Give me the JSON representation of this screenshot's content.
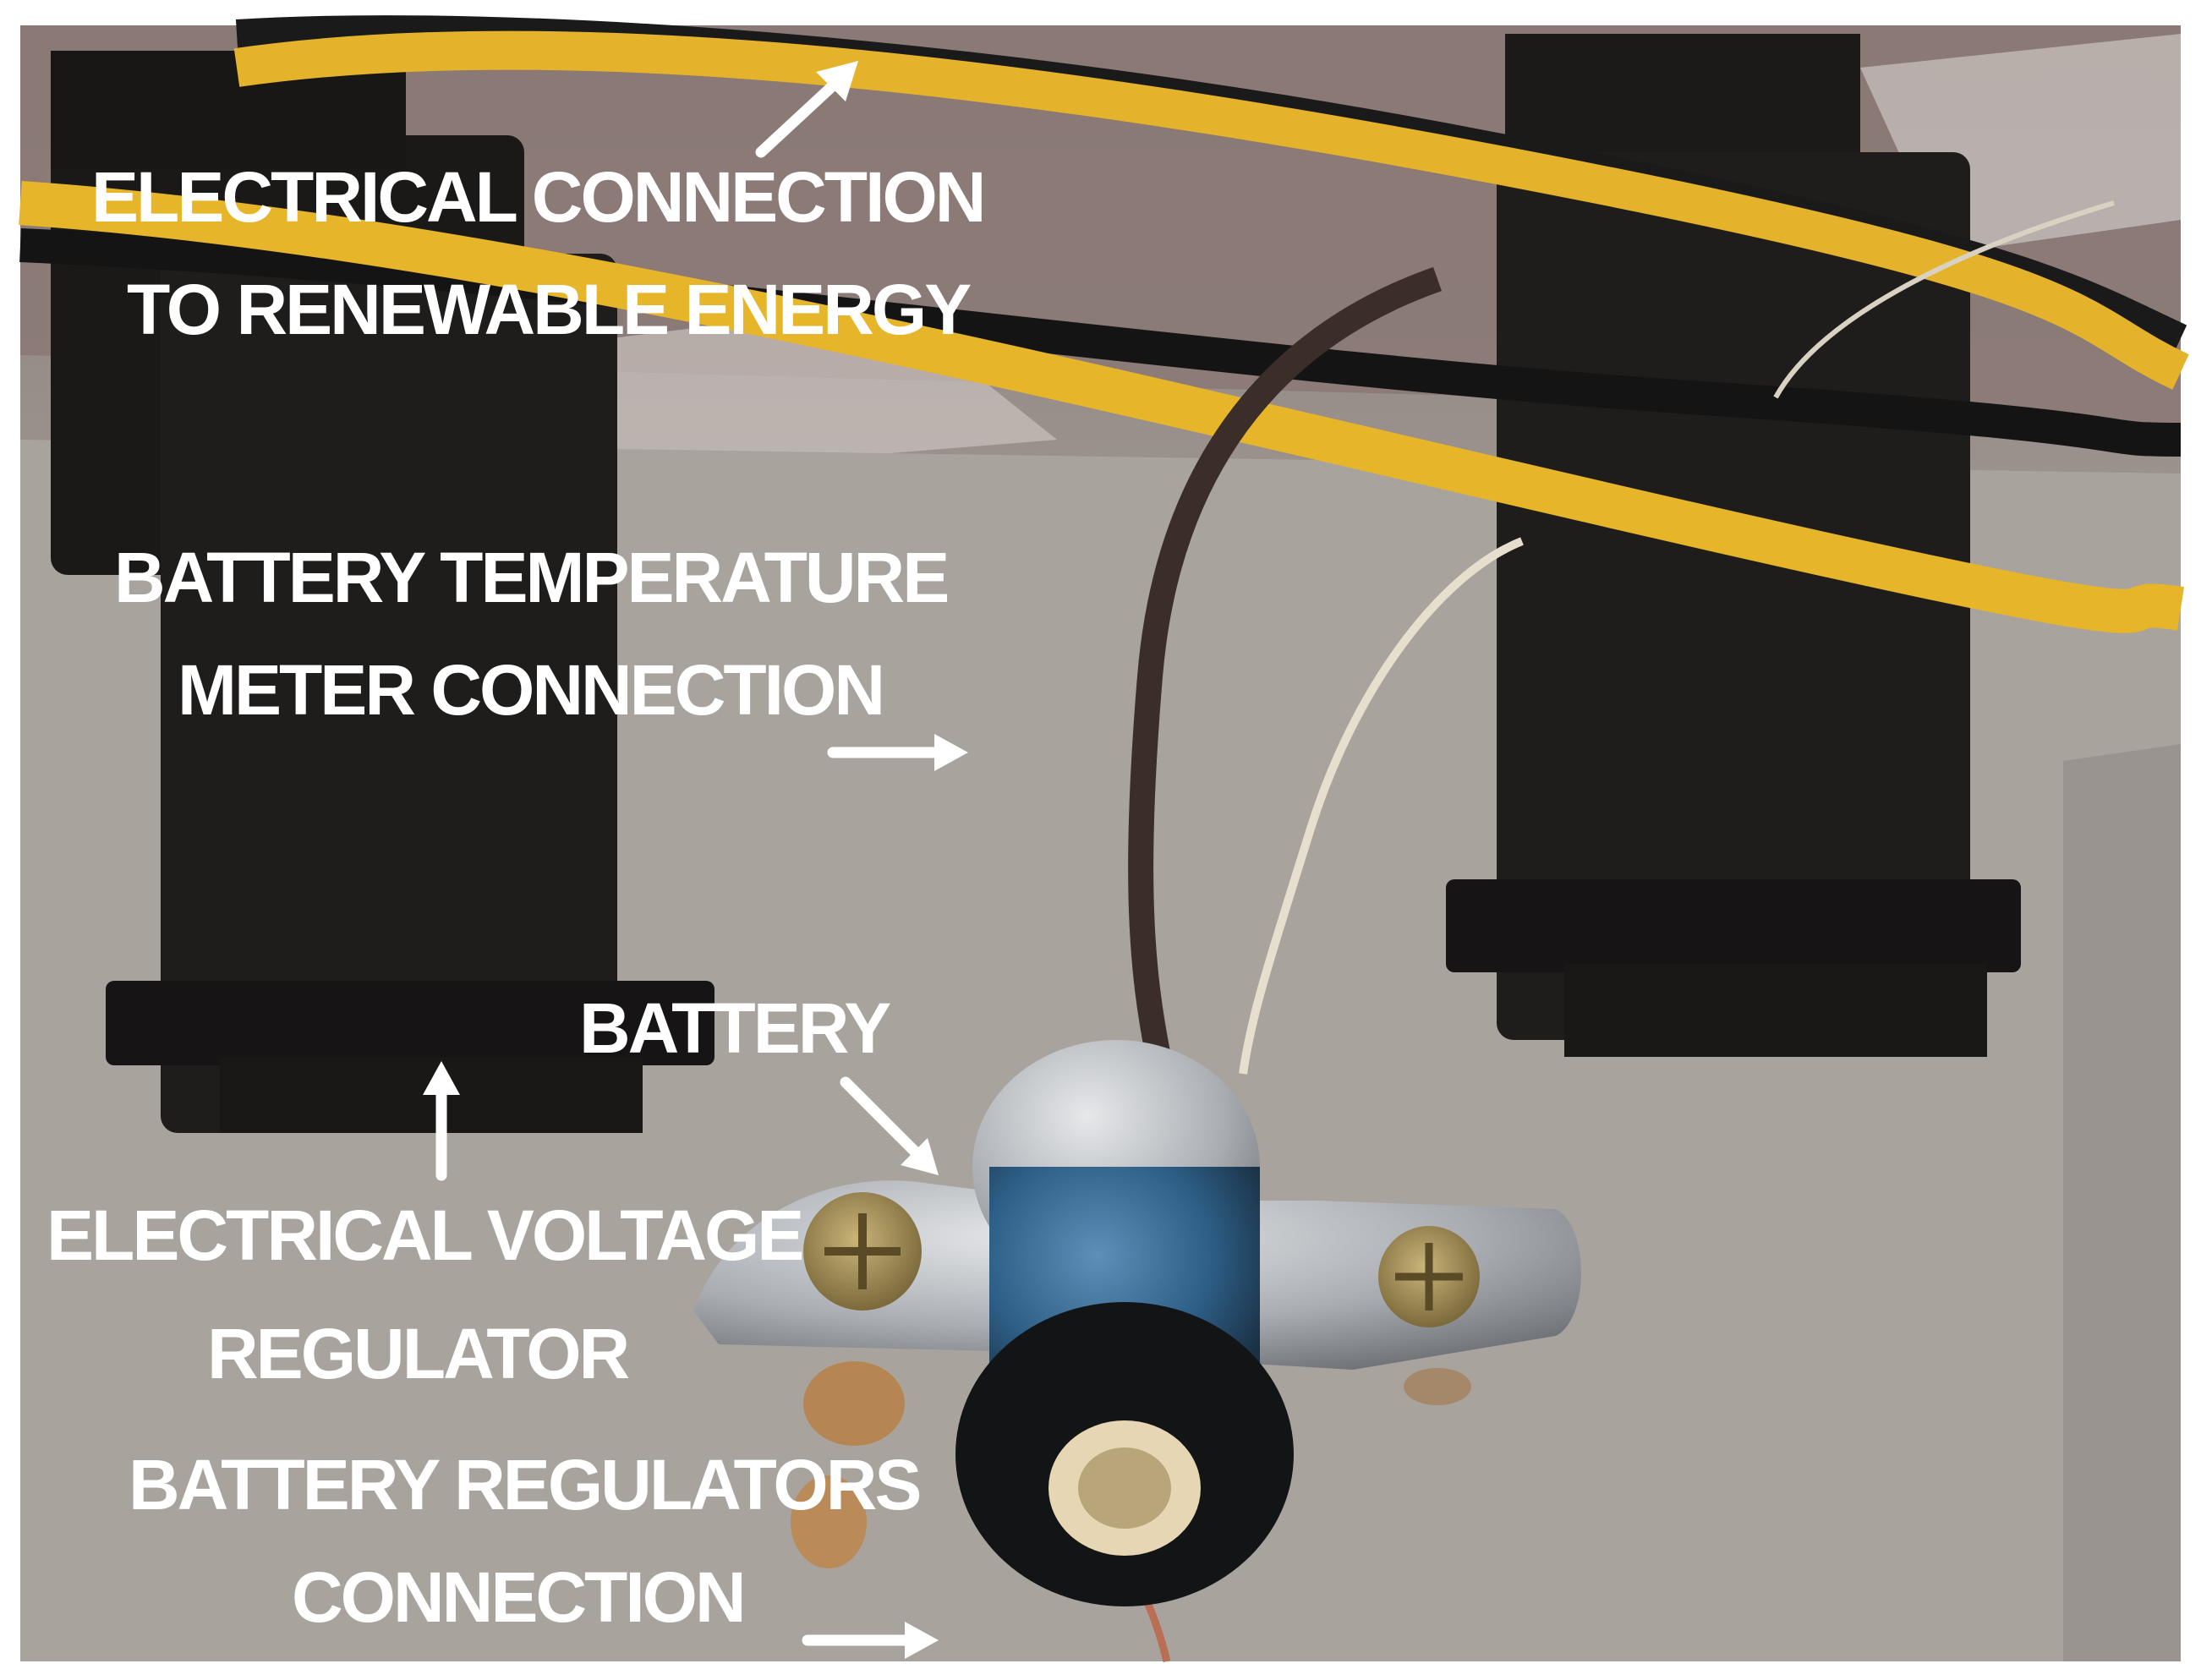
{
  "labels": {
    "renewable_line1": "ELECTRICAL CONNECTION",
    "renewable_line2": "TO RENEWABLE ENERGY",
    "temperature_line1": "BATTERY TEMPERATURE",
    "temperature_line2": "METER CONNECTION",
    "battery": "BATTERY",
    "voltage_line1": "ELECTRICAL VOLTAGE",
    "voltage_line2": "REGULATOR",
    "regulators_line1": "BATTERY REGULATORS",
    "regulators_line2": "CONNECTION"
  },
  "colors": {
    "surface": "#a6a29b",
    "housing": "#1e1b1b",
    "yellow_wire": "#e7b52a",
    "label_text": "#ffffff"
  }
}
